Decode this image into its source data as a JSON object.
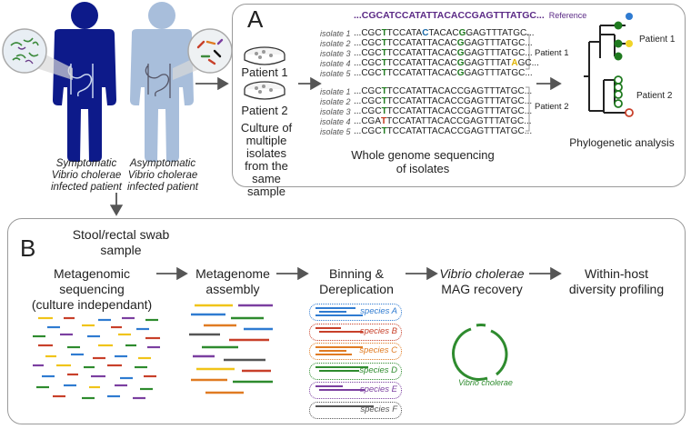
{
  "patients": {
    "symptomatic_label": [
      "Symptomatic",
      "Vibrio cholerae",
      "infected patient"
    ],
    "asymptomatic_label": [
      "Asymptomatic",
      "Vibrio cholerae",
      "infected patient"
    ]
  },
  "panel_a": {
    "letter": "A",
    "patient1": "Patient 1",
    "patient2": "Patient 2",
    "culture_caption": [
      "Culture of",
      "multiple isolates",
      "from the same",
      "sample"
    ],
    "wgs_caption": [
      "Whole genome sequencing",
      "of isolates"
    ],
    "phylo_caption": "Phylogenetic analysis",
    "reference_seq": "...CGCATCCATATTACACCGAGTTTATGC...",
    "reference_label": "Reference",
    "group1_label": "Patient 1",
    "group2_label": "Patient 2",
    "tree_patient1": "Patient 1",
    "tree_patient2": "Patient 2",
    "group1": [
      {
        "isolate": "isolate 1",
        "pre": "...CGC",
        "mut1": "T",
        "mid": "TCCATA",
        "mut2": "C",
        "post": "TACAC",
        "mut3": "G",
        "end": "GAGTTTATGC..."
      },
      {
        "isolate": "isolate 2",
        "pre": "...CGC",
        "mut1": "T",
        "mid": "TCCATATTACAC",
        "mut2": "",
        "post": "",
        "mut3": "G",
        "end": "GAGTTTATGC..."
      },
      {
        "isolate": "isolate 3",
        "pre": "...CGC",
        "mut1": "T",
        "mid": "TCCATATTACAC",
        "mut2": "",
        "post": "",
        "mut3": "G",
        "end": "GAGTTTATGC..."
      },
      {
        "isolate": "isolate 4",
        "pre": "...CGC",
        "mut1": "T",
        "mid": "TCCATATTACAC",
        "mut2": "",
        "post": "",
        "mut3": "G",
        "end": "GAGTTTAT",
        "mut4": "A",
        "end2": "GC..."
      },
      {
        "isolate": "isolate 5",
        "pre": "...CGC",
        "mut1": "T",
        "mid": "TCCATATTACAC",
        "mut2": "",
        "post": "",
        "mut3": "G",
        "end": "GAGTTTATGC..."
      }
    ],
    "group2": [
      {
        "isolate": "isolate 1",
        "pre": "...CGC",
        "mut1": "T",
        "rest": "TCCATATTACACCGAGTTTATGC..."
      },
      {
        "isolate": "isolate 2",
        "pre": "...CGC",
        "mut1": "T",
        "rest": "TCCATATTACACCGAGTTTATGC..."
      },
      {
        "isolate": "isolate 3",
        "pre": "...CGC",
        "mut1": "T",
        "rest": "TCCATATTACACCGAGTTTATGC..."
      },
      {
        "isolate": "isolate 4",
        "pre": "...CGA",
        "mut1": "T",
        "rest": "TCCATATTACACCGAGTTTATGC...",
        "red": true
      },
      {
        "isolate": "isolate 5",
        "pre": "...CGC",
        "mut1": "T",
        "rest": "TCCATATTACACCGAGTTTATGC..."
      }
    ]
  },
  "panel_b": {
    "letter": "B",
    "stool_caption": [
      "Stool/rectal swab",
      "sample"
    ],
    "step1": [
      "Metagenomic",
      "sequencing",
      "(culture independant)"
    ],
    "step2": [
      "Metagenome",
      "assembly"
    ],
    "step3": [
      "Binning &",
      "Dereplication"
    ],
    "step4_italic": "Vibrio cholerae",
    "step4_rest": "MAG recovery",
    "step5": [
      "Within-host",
      "diversity profiling"
    ],
    "mag_label": "Vibrio cholerae",
    "species": [
      {
        "label": "species A",
        "color": "#2f7bd1"
      },
      {
        "label": "species B",
        "color": "#c8402a"
      },
      {
        "label": "species C",
        "color": "#e07b22"
      },
      {
        "label": "species D",
        "color": "#2e8b2e"
      },
      {
        "label": "species E",
        "color": "#7b3fa0"
      },
      {
        "label": "species F",
        "color": "#555555"
      }
    ]
  },
  "colors": {
    "symptomatic_body": "#0d1a8a",
    "asymptomatic_body": "#a8bedb",
    "arrow": "#555555",
    "panel_border": "#9a9a9a",
    "accent_purple": "#5b2a86",
    "green": "#1f7a1f"
  }
}
